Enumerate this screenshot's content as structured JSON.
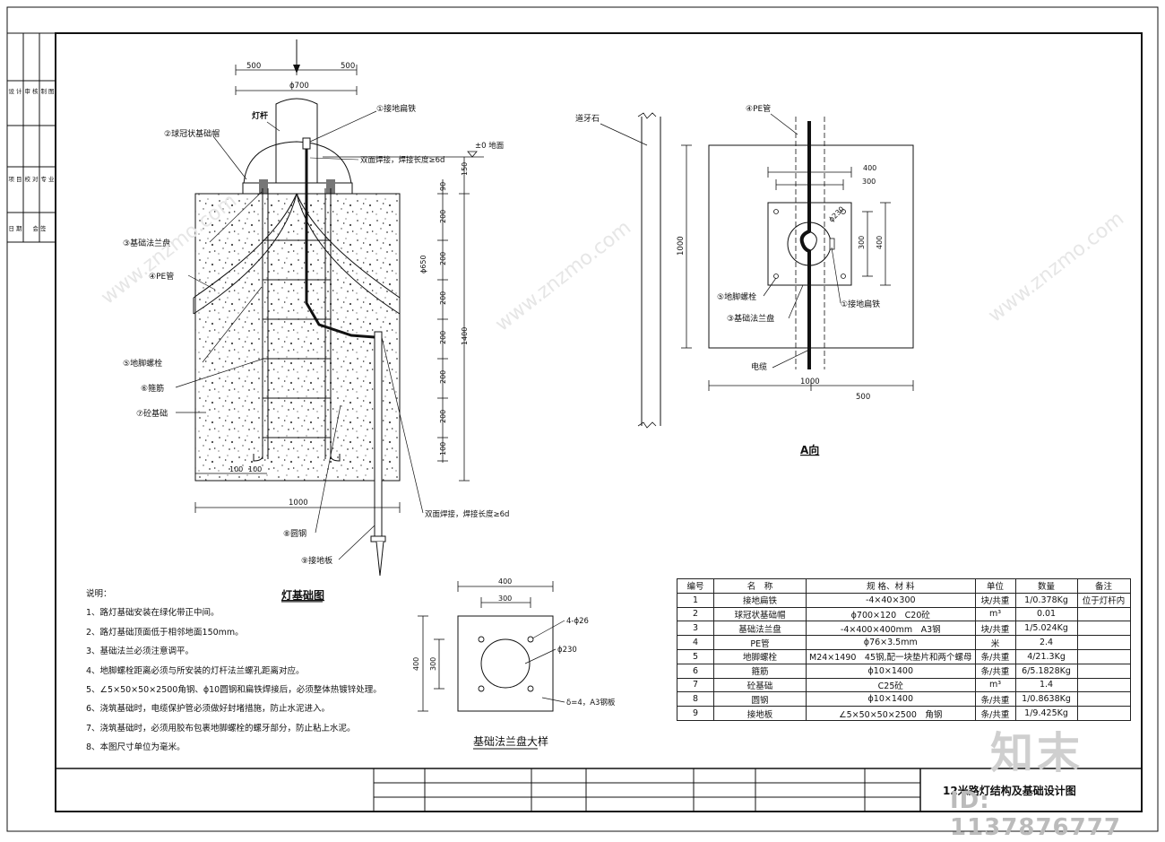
{
  "side_strip": [
    "设 计",
    "审 核",
    "制 图",
    "项 目",
    "校 对",
    "专 业",
    "日 期",
    "会 签"
  ],
  "main": {
    "dims_top": [
      "500",
      "500"
    ],
    "phi700": "ϕ700",
    "pole": "灯杆",
    "ground": "±0 地面",
    "weld_top": "双面焊接，焊接长度≥6d",
    "weld_bottom": "双面焊接，焊接长度≥6d",
    "callouts": [
      {
        "n": "①",
        "label": "接地扁铁"
      },
      {
        "n": "②",
        "label": "球冠状基础帽"
      },
      {
        "n": "③",
        "label": "基础法兰盘"
      },
      {
        "n": "④",
        "label": "PE管"
      },
      {
        "n": "⑤",
        "label": "地脚螺栓"
      },
      {
        "n": "⑥",
        "label": "箍筋"
      },
      {
        "n": "⑦",
        "label": "砼基础"
      },
      {
        "n": "⑧",
        "label": "圆钢"
      },
      {
        "n": "⑨",
        "label": "接地板"
      }
    ],
    "right_dims": [
      "150",
      "90",
      "200",
      "200",
      "200",
      "200",
      "200",
      "200",
      "100"
    ],
    "dim_phi650": "ϕ650",
    "dim_1400": "1400",
    "bottom_dims": [
      "100",
      "100"
    ],
    "dim_1000": "1000",
    "title": "灯基础图"
  },
  "view_a": {
    "curb": "道牙石",
    "pe": "④PE管",
    "d400": "400",
    "d300": "300",
    "phi230": "ϕ230",
    "d1000v": "1000",
    "d300v": "300",
    "d400v": "400",
    "l1": "①接地扁铁",
    "l5": "⑤地脚螺栓",
    "l3": "③基础法兰盘",
    "cable": "电缆",
    "d1000h": "1000",
    "d500": "500",
    "title": "A向"
  },
  "flange": {
    "d400": "400",
    "d300": "300",
    "holes": "4-ϕ26",
    "phi230": "ϕ230",
    "d400v": "400",
    "d300v": "300",
    "plate": "δ=4，A3钢板",
    "title": "基础法兰盘大样"
  },
  "notes": {
    "heading": "说明：",
    "items": [
      "1、路灯基础安装在绿化带正中间。",
      "2、路灯基础顶面低于相邻地面150mm。",
      "3、基础法兰必须注意调平。",
      "4、地脚螺栓距离必须与所安装的灯杆法兰螺孔距离对应。",
      "5、∠5×50×50×2500角钢、ϕ10圆钢和扁铁焊接后，必须整体热镀锌处理。",
      "6、浇筑基础时，电缆保护管必须做好封堵措施，防止水泥进入。",
      "7、浇筑基础时，必须用胶布包裹地脚螺栓的螺牙部分，防止粘上水泥。",
      "8、本图尺寸单位为毫米。"
    ]
  },
  "bom": {
    "headers": [
      "编号",
      "名　称",
      "规 格、材 料",
      "单位",
      "数量",
      "备注"
    ],
    "rows": [
      [
        "1",
        "接地扁铁",
        "-4×40×300",
        "块/共重",
        "1/0.378Kg",
        "位于灯杆内"
      ],
      [
        "2",
        "球冠状基础帽",
        "ϕ700×120　C20砼",
        "m³",
        "0.01",
        ""
      ],
      [
        "3",
        "基础法兰盘",
        "-4×400×400mm　A3钢",
        "块/共重",
        "1/5.024Kg",
        ""
      ],
      [
        "4",
        "PE管",
        "ϕ76×3.5mm",
        "米",
        "2.4",
        ""
      ],
      [
        "5",
        "地脚螺栓",
        "M24×1490　45钢,配一块垫片和两个螺母",
        "条/共重",
        "4/21.3Kg",
        ""
      ],
      [
        "6",
        "箍筋",
        "ϕ10×1400",
        "条/共重",
        "6/5.1828Kg",
        ""
      ],
      [
        "7",
        "砼基础",
        "C25砼",
        "m³",
        "1.4",
        ""
      ],
      [
        "8",
        "圆钢",
        "ϕ10×1400",
        "条/共重",
        "1/0.8638Kg",
        ""
      ],
      [
        "9",
        "接地板",
        "∠5×50×50×2500　角钢",
        "条/共重",
        "1/9.425Kg",
        ""
      ]
    ]
  },
  "title_block": {
    "drawing_title": "12米路灯结构及基础设计图"
  },
  "watermark": {
    "brand": "知末",
    "id": "ID: 1137876777",
    "url": "www.znzmo.com"
  }
}
